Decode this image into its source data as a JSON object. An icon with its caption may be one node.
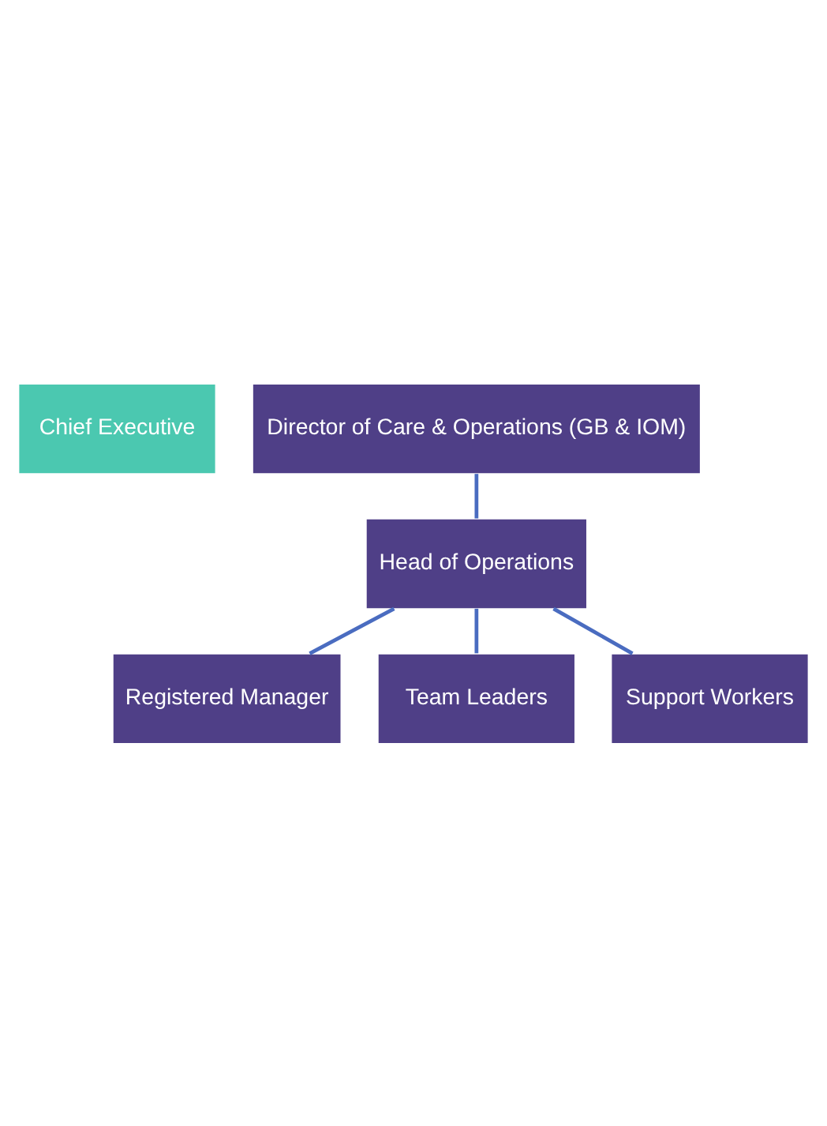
{
  "diagram": {
    "nodes": [
      {
        "text": [
          "Chief Executive"
        ]
      },
      {
        "text": [
          "Director of Care & Operations (GB & IOM)"
        ]
      },
      {
        "text": [
          "Head of Operations"
        ]
      },
      {
        "text": [
          "Registered Manager"
        ]
      },
      {
        "text": [
          "Team Leaders"
        ]
      },
      {
        "text": [
          "Support Workers"
        ]
      }
    ],
    "edges": [
      {
        "from": 1,
        "to": 2,
        "arrow": "none"
      },
      {
        "from": 2,
        "to": 3,
        "arrow": "none"
      },
      {
        "from": 2,
        "to": 4,
        "arrow": "none"
      },
      {
        "from": 2,
        "to": 5,
        "arrow": "none"
      }
    ]
  }
}
